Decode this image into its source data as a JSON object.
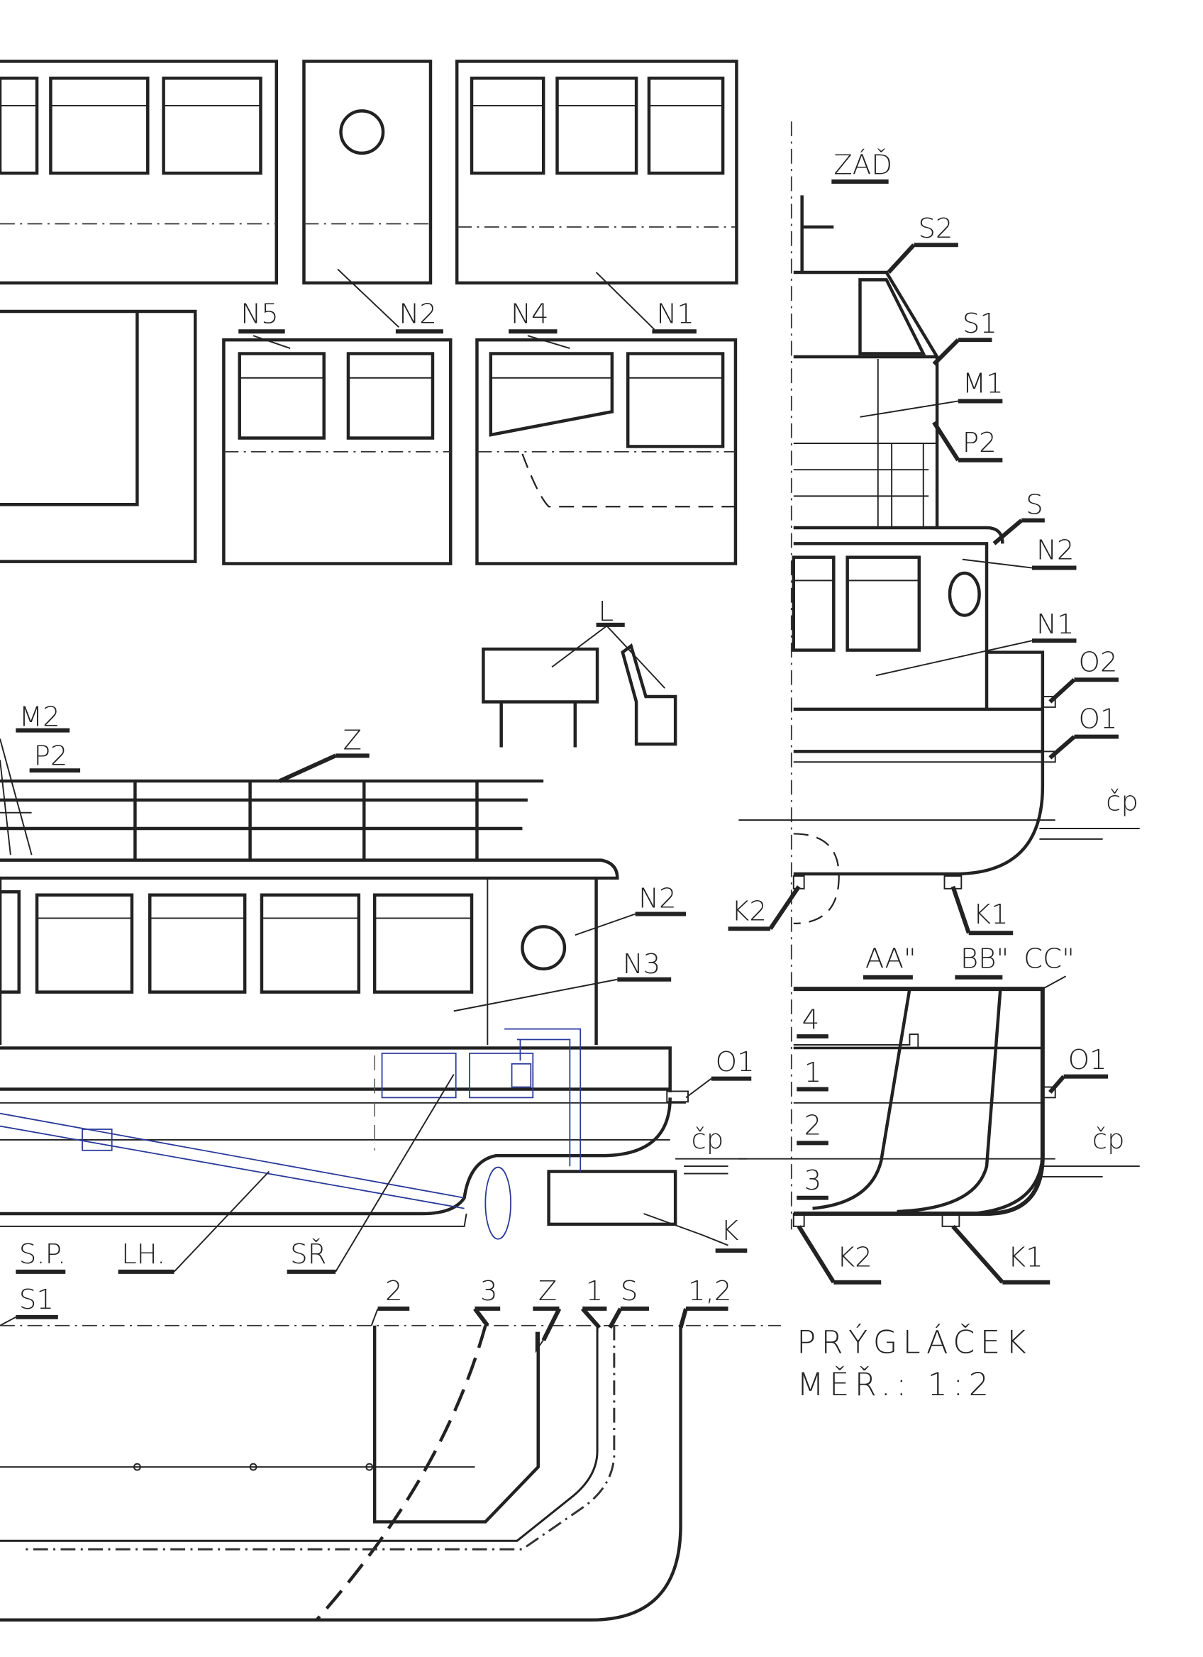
{
  "drawing": {
    "title": "PRÝGLÁČEK",
    "scale": "MĚŘ.: 1:2"
  },
  "stern_view": {
    "heading": "ZÁĎ",
    "labels": [
      "S2",
      "S1",
      "M1",
      "P2",
      "S",
      "N2",
      "N1",
      "O2",
      "O1",
      "čp",
      "K2",
      "K1"
    ]
  },
  "section_view": {
    "sections": [
      "AA\"",
      "BB\"",
      "CC\""
    ],
    "frames": [
      "4",
      "1",
      "2",
      "3"
    ],
    "labels": [
      "O1",
      "čp",
      "K2",
      "K1"
    ]
  },
  "cabin_panels": {
    "labels": [
      "N5",
      "N2",
      "N4",
      "N1"
    ]
  },
  "bench": {
    "label": "L"
  },
  "side_view": {
    "labels": [
      "M2",
      "P2",
      "Z",
      "N2",
      "N3",
      "O1",
      "čp",
      "K",
      "SŘ",
      "LH.",
      "S.P.",
      "S1"
    ]
  },
  "plan_view": {
    "labels": [
      "2",
      "3",
      "Z",
      "1",
      "S",
      "1,2"
    ]
  },
  "colors": {
    "ink": "#222222",
    "pencil_blue": "#2a3a9a"
  }
}
